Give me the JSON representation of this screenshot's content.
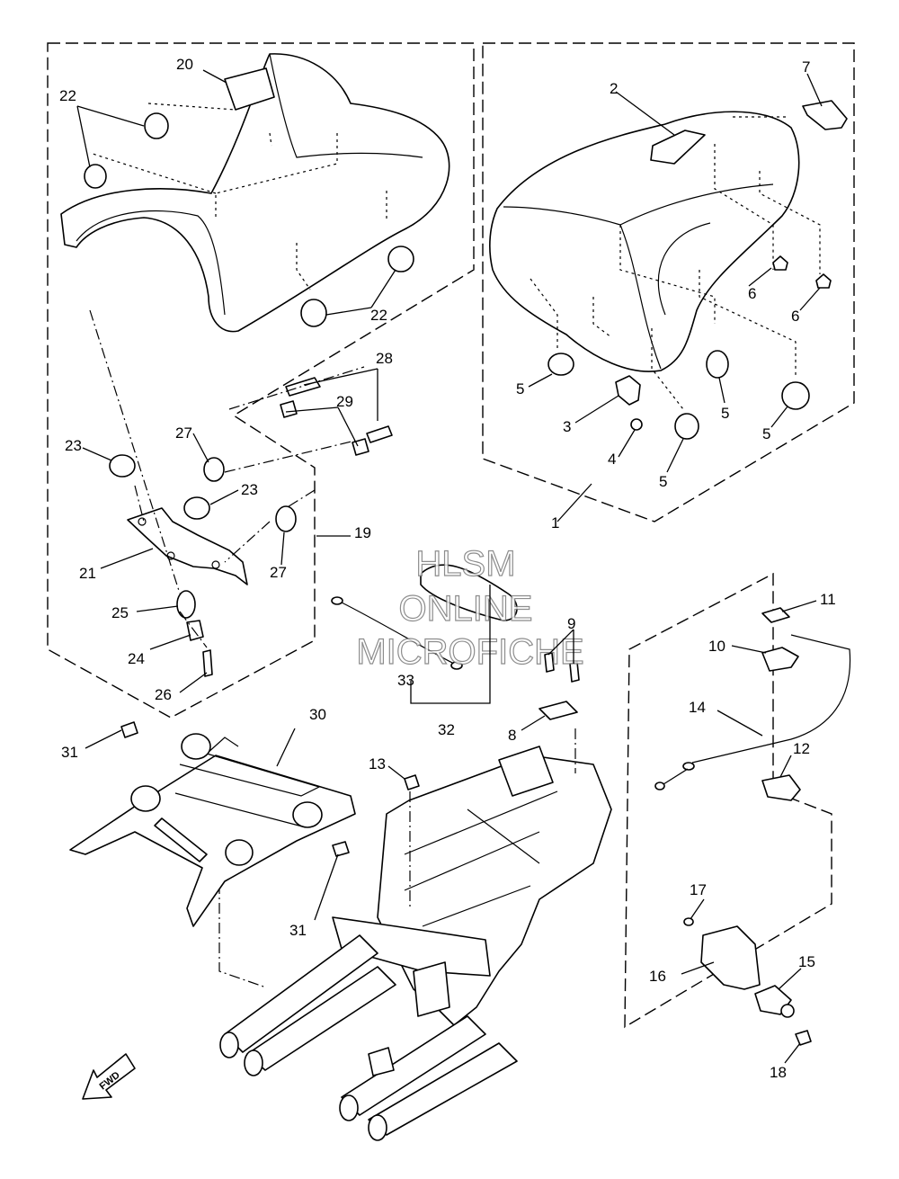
{
  "watermark": {
    "line1": "HLSM",
    "line2": "ONLINE",
    "line3": "MICROFICHE"
  },
  "direction_arrow_label": "FWD",
  "callouts": {
    "c1": "1",
    "c2": "2",
    "c3": "3",
    "c4": "4",
    "c5a": "5",
    "c5b": "5",
    "c5c": "5",
    "c5d": "5",
    "c6a": "6",
    "c6b": "6",
    "c7": "7",
    "c8": "8",
    "c9": "9",
    "c10": "10",
    "c11": "11",
    "c12": "12",
    "c13": "13",
    "c14": "14",
    "c15": "15",
    "c16": "16",
    "c17": "17",
    "c18": "18",
    "c19": "19",
    "c20": "20",
    "c21": "21",
    "c22a": "22",
    "c22b": "22",
    "c23a": "23",
    "c23b": "23",
    "c24": "24",
    "c25": "25",
    "c26": "26",
    "c27a": "27",
    "c27b": "27",
    "c28": "28",
    "c29": "29",
    "c30": "30",
    "c31a": "31",
    "c31b": "31",
    "c32": "32",
    "c33": "33"
  }
}
